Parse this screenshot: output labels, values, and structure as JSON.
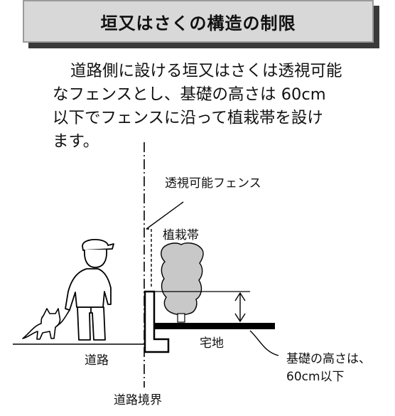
{
  "title": "垣又はさくの構造の制限",
  "description": [
    "道路側に設ける垣又はさくは透視可能",
    "なフェンスとし、基礎の高さは 60cm",
    "以下でフェンスに沿って植栽帯を設け",
    "ます。"
  ],
  "diagram": {
    "fence_label": "透視可能フェンス",
    "planting_label": "植栽帯",
    "road_label": "道路",
    "lot_label": "宅地",
    "foundation_note": [
      "基礎の高さは、",
      "60cm以下"
    ],
    "boundary_label": "道路境界"
  }
}
